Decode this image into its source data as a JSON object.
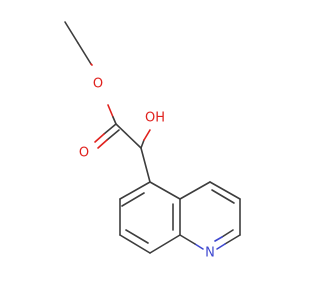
{
  "atoms": {
    "ester_oxygen": {
      "label": "O",
      "color": "#e0211d"
    },
    "carbonyl_oxygen": {
      "label": "O",
      "color": "#e0211d"
    },
    "hydroxyl_group": {
      "label": "OH",
      "color": "#e0211d"
    },
    "ring_nitrogen": {
      "label": "N",
      "color": "#3d47cf"
    }
  },
  "colors": {
    "bond": "#3d3d3d",
    "oxygen": "#e0211d",
    "nitrogen": "#3d47cf",
    "background": "#ffffff"
  }
}
